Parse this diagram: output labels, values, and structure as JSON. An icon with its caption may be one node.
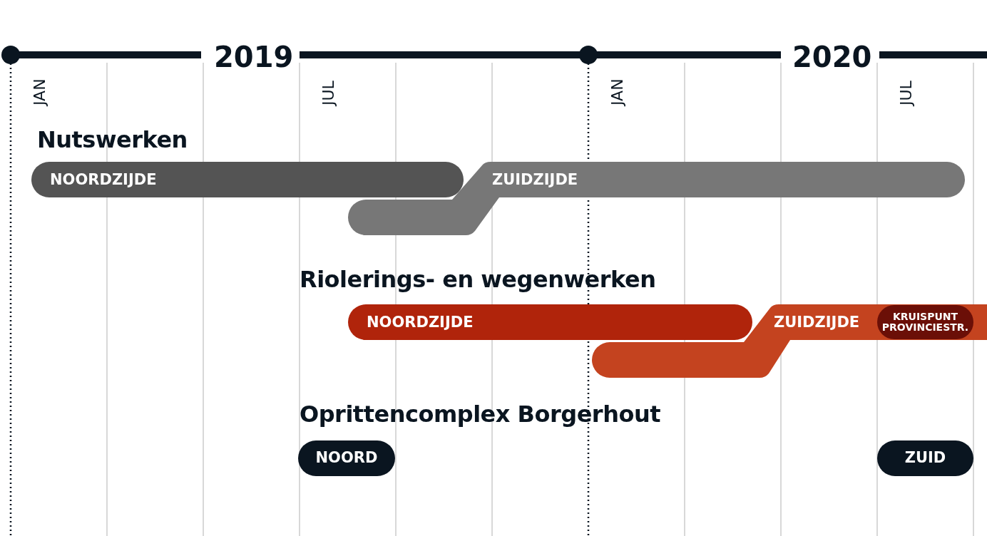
{
  "diagram": {
    "nodes": [
      {
        "text": [
          "NOORDZIJDE"
        ]
      },
      {
        "text": [
          "ZUIDZIJDE"
        ]
      },
      {
        "text": [
          "NOORDZIJDE"
        ]
      },
      {
        "text": [
          "ZUIDZIJDE"
        ]
      },
      {
        "text": [
          "KRUISPUNT PROVINCIESTR."
        ],
        "in": 3
      },
      {
        "text": [
          "NOORD"
        ]
      },
      {
        "text": [
          "ZUID"
        ]
      }
    ],
    "edges": [],
    "labels": [
      "2019",
      "2020",
      "JAN",
      "JUL",
      "JAN",
      "JUL",
      "Nutswerken",
      "Riolerings- en wegenwerken",
      "Oprittencomplex Borgerhout"
    ]
  }
}
